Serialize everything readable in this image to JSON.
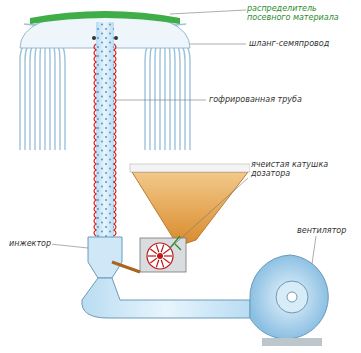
{
  "diagram": {
    "labels": [
      "распределитель посевного материала",
      "шланг-семяпровод",
      "гофрированная труба",
      "ячеистая катушка дозатора",
      "инжектор",
      "вентилятор"
    ]
  }
}
